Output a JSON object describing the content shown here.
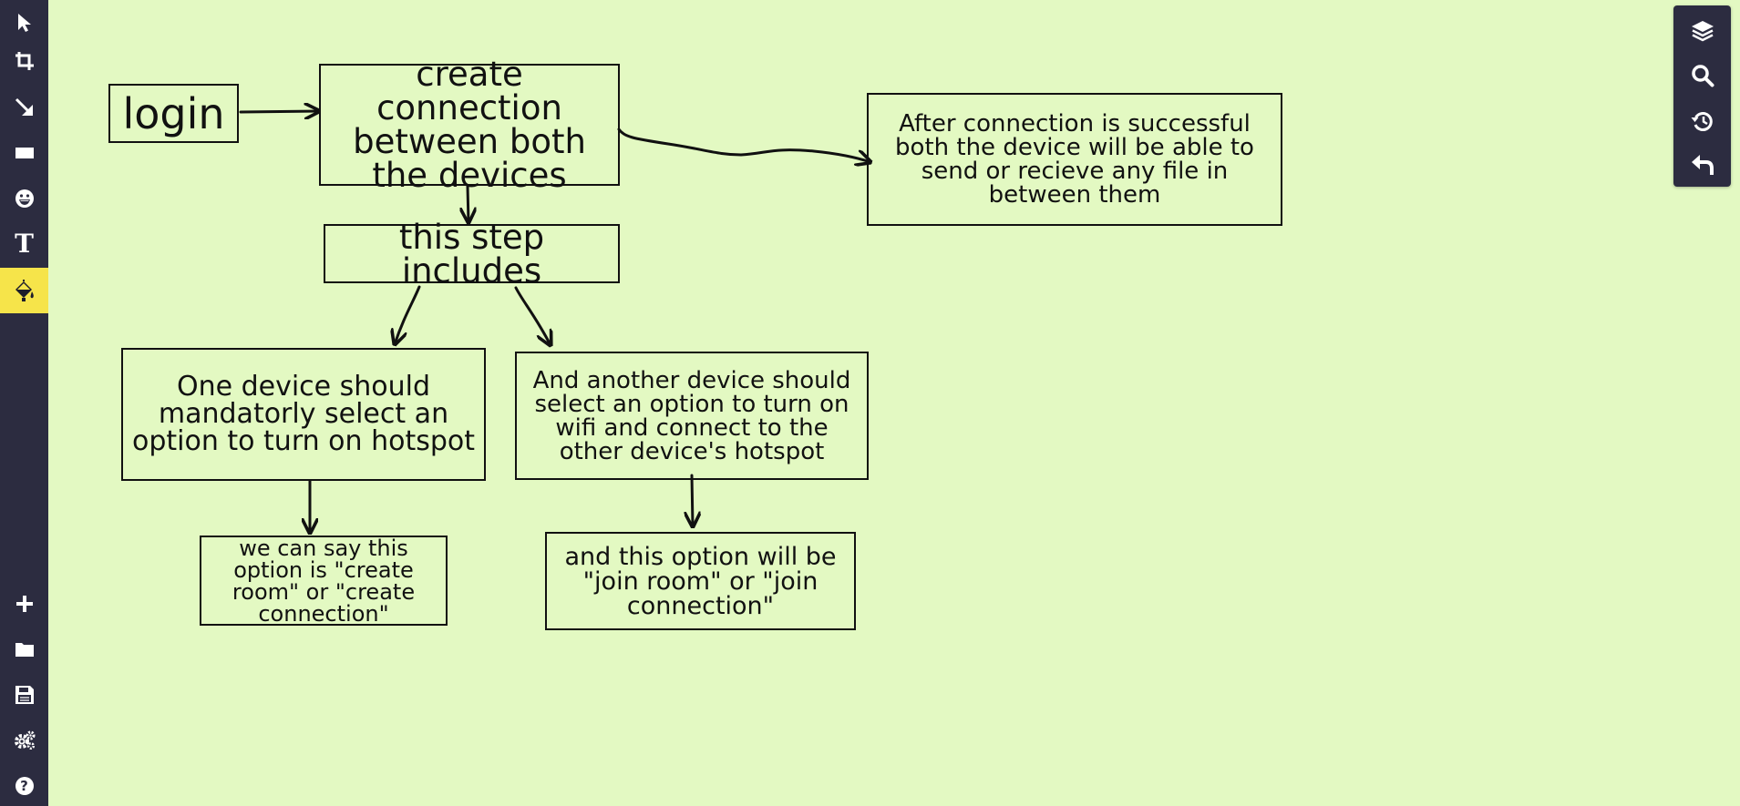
{
  "left_toolbar": {
    "tools": [
      {
        "icon": "cursor-arrow-icon",
        "label": ""
      },
      {
        "icon": "crop-icon",
        "label": ""
      },
      {
        "icon": "arrow-diagonal-icon",
        "label": ""
      },
      {
        "icon": "rectangle-icon",
        "label": ""
      },
      {
        "icon": "emoji-icon",
        "label": ""
      },
      {
        "icon": "text-tool-icon",
        "label": "T"
      },
      {
        "icon": "paint-bucket-icon",
        "label": "",
        "active": true
      },
      {
        "icon": "plus-icon",
        "label": ""
      },
      {
        "icon": "folder-icon",
        "label": ""
      },
      {
        "icon": "save-icon",
        "label": ""
      },
      {
        "icon": "settings-gears-icon",
        "label": ""
      },
      {
        "icon": "help-icon",
        "label": "?"
      }
    ]
  },
  "right_toolbar": {
    "tools": [
      {
        "icon": "layers-icon"
      },
      {
        "icon": "search-icon"
      },
      {
        "icon": "history-icon"
      },
      {
        "icon": "undo-icon"
      }
    ]
  },
  "colors": {
    "canvas_background": "#e3f9c2",
    "toolbar_background": "#2c2c40",
    "active_tool": "#f6e44a",
    "stroke": "#111111"
  },
  "diagram": {
    "login": "login",
    "create_connection": "create connection between both the devices",
    "success": "After connection is successful both the device will be able to send or recieve any file in between them",
    "step_includes": "this step includes",
    "hotspot": "One device should mandatorly select an option to turn on hotspot",
    "wifi": "And another device should select an option to turn on wifi and connect to the other device's hotspot",
    "create_room": "we can say this option is \"create room\" or \"create connection\"",
    "join_room": "and this option will be \"join room\" or \"join connection\""
  }
}
